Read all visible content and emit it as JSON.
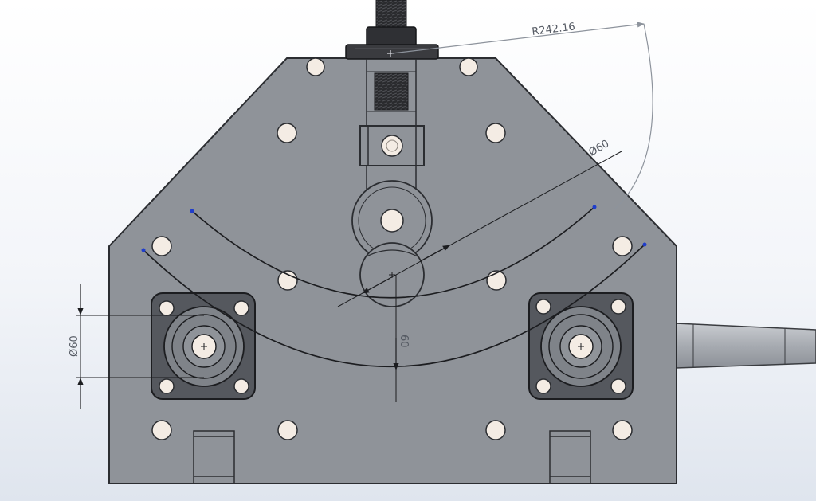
{
  "drawing": {
    "colors": {
      "background_top": "#ffffff",
      "background_bottom": "#dfe5ee",
      "plate": "#8f9399",
      "plate_edge": "#2b2d31",
      "flange": "#55585e",
      "bolt_fill": "#f4ece4",
      "dimension_line": "#6b717b",
      "curve": "#1c1d20",
      "endpoint": "#1f3dcc"
    },
    "dimensions": {
      "radius_label": "R242.16",
      "diameter_upper_label": "Ø60",
      "diameter_left_label": "Ø60",
      "vertical_label": "60"
    }
  }
}
